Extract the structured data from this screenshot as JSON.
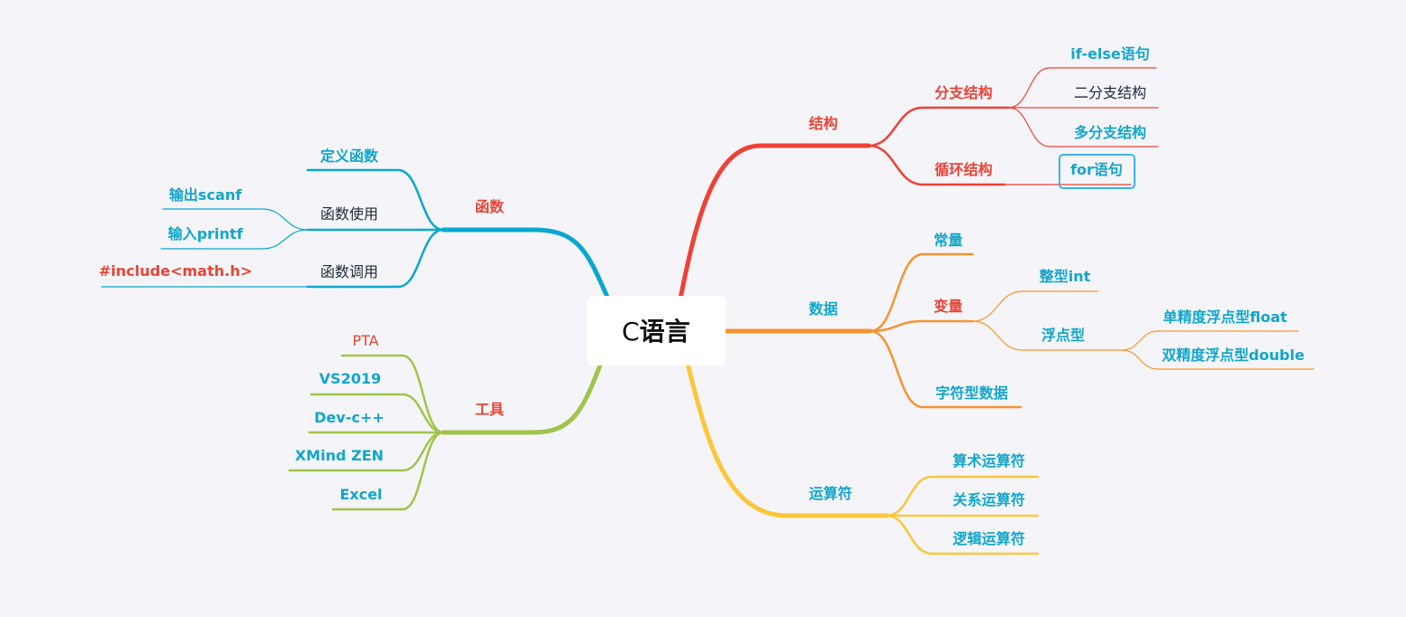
{
  "central_topic": {
    "prefix": "C",
    "label": "语言"
  },
  "colors": {
    "structure": "#ef4136",
    "data": "#f7932f",
    "operators": "#fcc63a",
    "functions": "#0aa8cf",
    "tools": "#a1c44a",
    "highlight_box": "#3bb4ea"
  },
  "branches": {
    "structure": {
      "label": "结构",
      "children": {
        "branch": {
          "label": "分支结构",
          "children": [
            "if-else语句",
            "二分支结构",
            "多分支结构"
          ]
        },
        "loop": {
          "label": "循环结构",
          "children": [
            "for语句"
          ]
        }
      }
    },
    "data": {
      "label": "数据",
      "children": {
        "constant": {
          "label": "常量"
        },
        "variable": {
          "label": "变量",
          "children": {
            "int": {
              "label": "整型int"
            },
            "float": {
              "label": "浮点型",
              "children": [
                "单精度浮点型float",
                "双精度浮点型double"
              ]
            }
          }
        },
        "char": {
          "label": "字符型数据"
        }
      }
    },
    "operators": {
      "label": "运算符",
      "children": [
        "算术运算符",
        "关系运算符",
        "逻辑运算符"
      ]
    },
    "functions": {
      "label": "函数",
      "children": {
        "define": {
          "label": "定义函数"
        },
        "use": {
          "label": "函数使用",
          "children": [
            "输出scanf",
            "输入printf"
          ]
        },
        "call": {
          "label": "函数调用",
          "children": [
            "#include<math.h>"
          ]
        }
      }
    },
    "tools": {
      "label": "工具",
      "children": [
        "PTA",
        "VS2019",
        "Dev-c++",
        "XMind ZEN",
        "Excel"
      ]
    }
  }
}
